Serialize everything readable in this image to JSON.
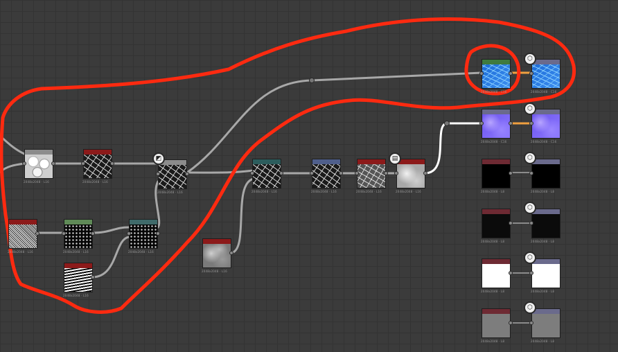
{
  "graph": {
    "nodes": [
      {
        "id": "n1",
        "header_color": "#8c8c8c",
        "thumb": "t-cells",
        "label": "2048x2048 · L16"
      },
      {
        "id": "n2",
        "header_color": "#8c1a1a",
        "thumb": "t-cracks",
        "label": "2048x2048 · L16"
      },
      {
        "id": "n3",
        "header_color": "#8c8c8c",
        "thumb": "t-cracks",
        "label": "2048x2048 · L16"
      },
      {
        "id": "n4",
        "header_color": "#8c1a1a",
        "thumb": "t-noise",
        "label": "2048x2048 · L16"
      },
      {
        "id": "n5",
        "header_color": "#5f8a57",
        "thumb": "t-dots",
        "label": "2048x2048 · L16"
      },
      {
        "id": "n6",
        "header_color": "#3f6a6a",
        "thumb": "t-dots",
        "label": "2048x2048 · L16"
      },
      {
        "id": "n7",
        "header_color": "#8c1a1a",
        "thumb": "t-zebra",
        "label": "2048x2048 · L16"
      },
      {
        "id": "n8",
        "header_color": "#8c1a1a",
        "thumb": "t-blur",
        "label": "2048x2048 · L16"
      },
      {
        "id": "n9",
        "header_color": "#2c5d5d",
        "thumb": "t-cracks",
        "label": "2048x2048 · L16"
      },
      {
        "id": "n10",
        "header_color": "#4f5f8c",
        "thumb": "t-cracks",
        "label": "2048x2048 · L16"
      },
      {
        "id": "n11",
        "header_color": "#8c1a1a",
        "thumb": "t-gray-cracks",
        "label": "2048x2048 · L16"
      },
      {
        "id": "n12",
        "header_color": "#8c1a1a",
        "thumb": "t-blur2",
        "label": "2048x2048 · L16"
      },
      {
        "id": "n13",
        "header_color": "#3f7a3f",
        "thumb": "t-water",
        "label": "2048x2048 · C16"
      },
      {
        "id": "n14",
        "header_color": "#6a6a8c",
        "thumb": "t-water",
        "label": "2048x2048 · C16"
      },
      {
        "id": "n15",
        "header_color": "#6a6a8c",
        "thumb": "t-normal",
        "label": "2048x2048 · C16"
      },
      {
        "id": "n16",
        "header_color": "#6a6a8c",
        "thumb": "t-normal",
        "label": "2048x2048 · C16"
      },
      {
        "id": "n17",
        "header_color": "#6e2a33",
        "thumb": "t-black",
        "label": "2048x2048 · L8"
      },
      {
        "id": "n18",
        "header_color": "#6a6a8c",
        "thumb": "t-black",
        "label": "2048x2048 · L8"
      },
      {
        "id": "n19",
        "header_color": "#6e2a33",
        "thumb": "t-dark",
        "label": "2048x2048 · L8"
      },
      {
        "id": "n20",
        "header_color": "#6a6a8c",
        "thumb": "t-dark",
        "label": "2048x2048 · L8"
      },
      {
        "id": "n21",
        "header_color": "#6e2a33",
        "thumb": "t-white",
        "label": "2048x2048 · L8"
      },
      {
        "id": "n22",
        "header_color": "#6a6a8c",
        "thumb": "t-white",
        "label": "2048x2048 · L8"
      },
      {
        "id": "n23",
        "header_color": "#6e2a33",
        "thumb": "t-mid",
        "label": "2048x2048 · L8"
      },
      {
        "id": "n24",
        "header_color": "#6a6a8c",
        "thumb": "t-mid",
        "label": "2048x2048 · L8"
      }
    ],
    "badges": [
      {
        "id": "b1",
        "icon": "blend-icon",
        "glyph": "◩"
      },
      {
        "id": "b2",
        "icon": "document-icon",
        "glyph": "▤"
      },
      {
        "id": "b3",
        "icon": "output-cube-icon",
        "glyph": "⬡"
      },
      {
        "id": "b4",
        "icon": "output-cube-icon",
        "glyph": "⬡"
      },
      {
        "id": "b5",
        "icon": "output-cube-icon",
        "glyph": "⬡"
      },
      {
        "id": "b6",
        "icon": "output-cube-icon",
        "glyph": "⬡"
      },
      {
        "id": "b7",
        "icon": "output-cube-icon",
        "glyph": "⬡"
      },
      {
        "id": "b8",
        "icon": "output-cube-icon",
        "glyph": "⬡"
      }
    ],
    "colors": {
      "link": "#a8a8a8",
      "link_active": "#f0a040",
      "annotation": "#ff2a10",
      "background": "#3b3b3b"
    }
  }
}
